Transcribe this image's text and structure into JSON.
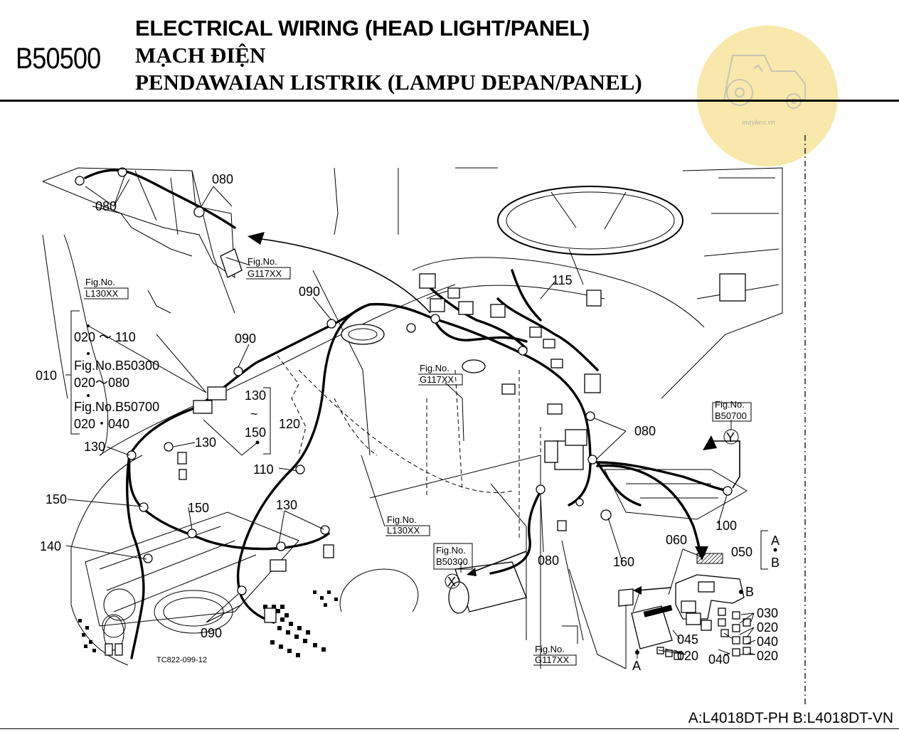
{
  "header": {
    "page_code": "B50500",
    "title_en": "ELECTRICAL WIRING (HEAD LIGHT/PANEL)",
    "title_vi": "MẠCH ĐIỆN",
    "title_id": "PENDAWAIAN LISTRIK (LAMPU DEPAN/PANEL)"
  },
  "logo": {
    "text": "maykeo.vn",
    "icon": "tractor-icon",
    "bg_color": "#f7e6a4"
  },
  "footer": {
    "models": "A:L4018DT-PH B:L4018DT-VN"
  },
  "callouts": {
    "c080a": "080",
    "c080b": "080",
    "c090a": "090",
    "c090b": "090",
    "c090c": "090",
    "c115": "115",
    "c080c": "080",
    "c120": "120",
    "c110": "110",
    "c130a": "130",
    "c130b": "130",
    "c130c": "130",
    "c150a": "150",
    "c150b": "150",
    "c140": "140",
    "c080d": "080",
    "c160": "160",
    "c060": "060",
    "c050": "050",
    "c100": "100",
    "c010": "010",
    "c045": "045",
    "c020a": "020",
    "c040a": "040",
    "c030": "030",
    "c020b": "020",
    "c040b": "040",
    "c020c": "020",
    "range_130": "130",
    "range_tilde": "~",
    "range_150": "150",
    "note1": "020 ～ 110",
    "note2": "Fig.No.B50300",
    "note3": "020～080",
    "note4": "Fig.No.B50700",
    "note5": "020・040",
    "A1": "A",
    "B1": "B",
    "A_bottom": "A",
    "B_box": "B",
    "Y": "Y",
    "X": "X",
    "drawing_no": "TC822-099-12"
  },
  "fig_refs": {
    "g117_top_label": "Fig.No.",
    "g117_top": "G117XX",
    "l130_top_label": "Fig.No.",
    "l130_top": "L130XX",
    "g117_mid_label": "Fig.No.",
    "g117_mid": "G117XX",
    "b50700_label": "Fig.No.",
    "b50700": "B50700",
    "l130_mid_label": "Fig.No.",
    "l130_mid": "L130XX",
    "b50300_label": "Fig.No.",
    "b50300": "B50300",
    "g117_bot_label": "Fig.No.",
    "g117_bot": "G117XX"
  }
}
